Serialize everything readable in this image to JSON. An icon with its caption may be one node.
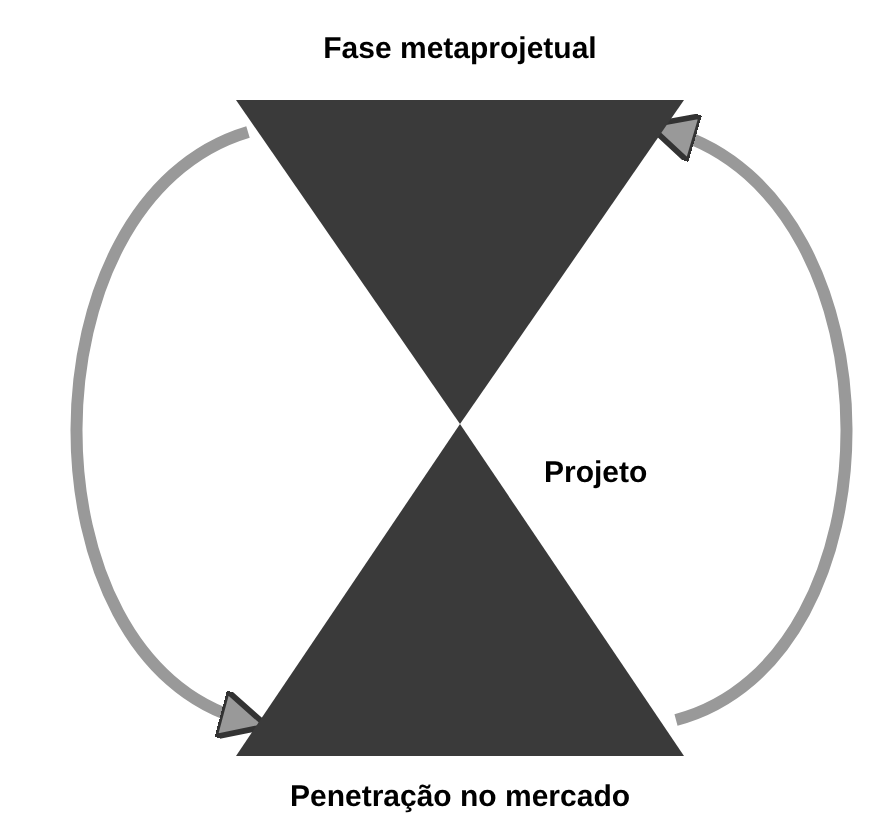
{
  "diagram": {
    "nodes": [
      {
        "text": [
          "Fase metaprojetual"
        ]
      },
      {
        "text": [
          "Penetração no mercado"
        ]
      }
    ],
    "edges": [
      {
        "from": 0,
        "to": 1,
        "arrow": "to"
      },
      {
        "from": 1,
        "to": 0,
        "arrow": "to"
      }
    ],
    "labels": [
      "Projeto"
    ]
  }
}
